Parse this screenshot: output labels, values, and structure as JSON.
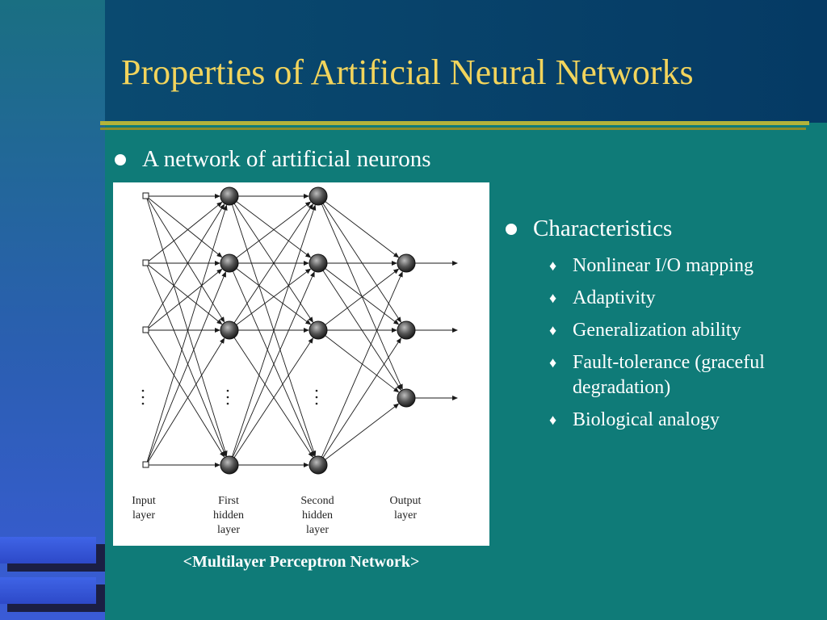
{
  "slide": {
    "title": "Properties of Artificial Neural Networks",
    "bullet_main": "A network of artificial neurons",
    "figure": {
      "layer_labels": [
        "Input\nlayer",
        "First\nhidden\nlayer",
        "Second\nhidden\nlayer",
        "Output\nlayer"
      ],
      "caption": "<Multilayer Perceptron Network>"
    },
    "characteristics": {
      "heading": "Characteristics",
      "items": [
        "Nonlinear I/O mapping",
        "Adaptivity",
        "Generalization ability",
        "Fault-tolerance (graceful degradation)",
        "Biological analogy"
      ]
    }
  },
  "colors": {
    "title_text": "#f2d45c",
    "title_band": "#053a64",
    "body_background": "#0f7b78",
    "rule": "#b3b33a",
    "text": "#ffffff"
  },
  "icons": {
    "bullet": "filled-circle",
    "sub_bullet": "diamond"
  }
}
